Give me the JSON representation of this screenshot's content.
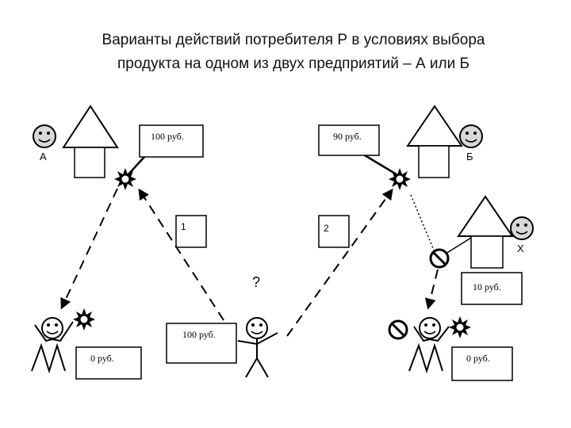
{
  "title": {
    "line1": "Варианты действий потребителя Р в условиях выбора",
    "line2": "продукта на одном из двух предприятий – А или Б"
  },
  "labels": {
    "shop_a": "А",
    "shop_b": "Б",
    "shop_x": "Х",
    "question": "?"
  },
  "boxes": {
    "price_a": "100 руб.",
    "price_b": "90 руб.",
    "route_1": "1",
    "route_2": "2",
    "price_x": "10 руб.",
    "pay_center": "100 руб.",
    "left_result": "0 руб.",
    "right_result": "0 руб."
  },
  "icons": [
    "smiley-face-icon",
    "house-icon",
    "sun-burst-icon",
    "prohibited-icon",
    "stick-figure-icon"
  ]
}
